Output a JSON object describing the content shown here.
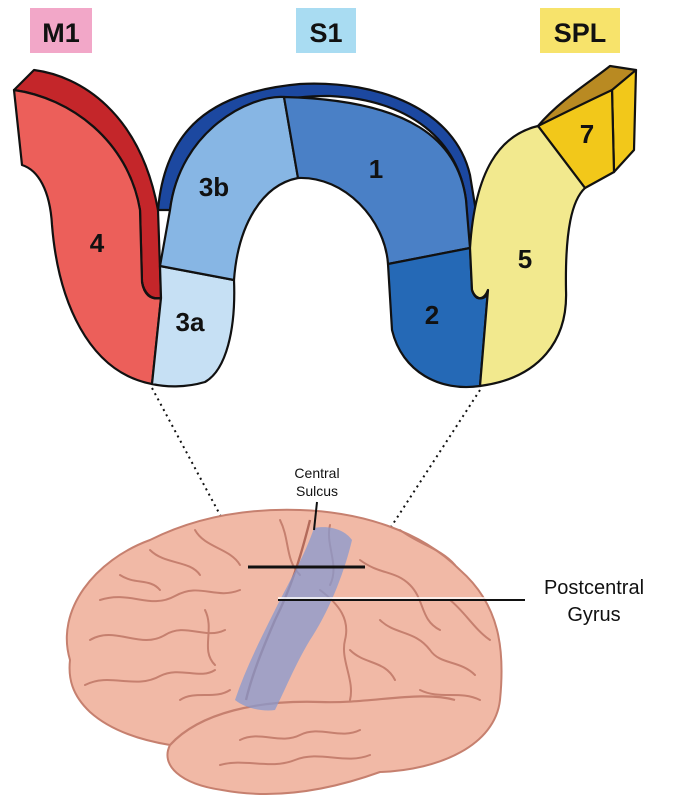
{
  "headers": {
    "m1": "M1",
    "s1": "S1",
    "spl": "SPL"
  },
  "areas": {
    "area4": "4",
    "area3a": "3a",
    "area3b": "3b",
    "area1": "1",
    "area2": "2",
    "area5": "5",
    "area7": "7"
  },
  "brain_labels": {
    "central_sulcus_line1": "Central",
    "central_sulcus_line2": "Sulcus",
    "postcentral_line1": "Postcentral",
    "postcentral_line2": "Gyrus"
  },
  "colors": {
    "m1_badge": "#f2a7c8",
    "s1_badge": "#a9dcf2",
    "spl_badge": "#f7e36b",
    "area4": "#ec5f5a",
    "area4_dark": "#c4262a",
    "area3a": "#c6e0f4",
    "area3b": "#87b6e4",
    "area1": "#4a80c6",
    "area2": "#2569b6",
    "s1_dark": "#1c48a0",
    "area5": "#f2e98e",
    "area7": "#f2c81a",
    "area7_dark": "#b98a22",
    "brain": "#f1b9a6",
    "brain_fold": "#c6806f",
    "postcentral_highlight": "#8799cf"
  }
}
